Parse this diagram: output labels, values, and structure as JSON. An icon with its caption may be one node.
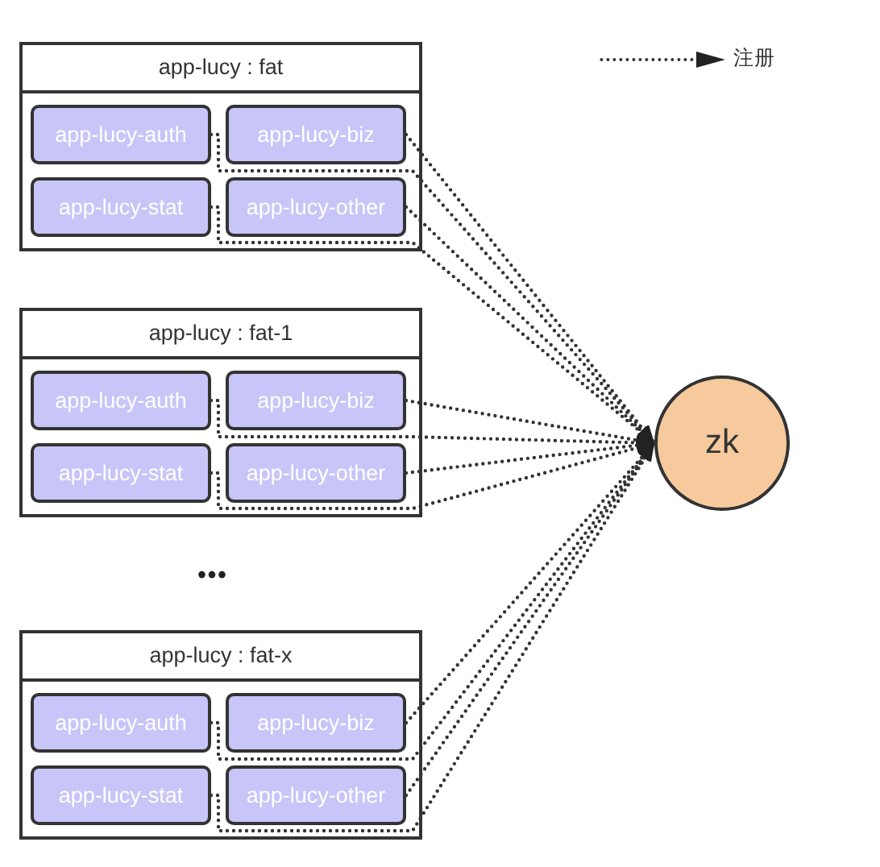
{
  "diagram": {
    "nodes": [
      {
        "text": [
          "app-lucy : fat"
        ]
      },
      {
        "text": [
          "app-lucy-auth"
        ],
        "in": 0
      },
      {
        "text": [
          "app-lucy-biz"
        ],
        "in": 0
      },
      {
        "text": [
          "app-lucy-stat"
        ],
        "in": 0
      },
      {
        "text": [
          "app-lucy-other"
        ],
        "in": 0
      },
      {
        "text": [
          "app-lucy : fat-1"
        ]
      },
      {
        "text": [
          "app-lucy-auth"
        ],
        "in": 5
      },
      {
        "text": [
          "app-lucy-biz"
        ],
        "in": 5
      },
      {
        "text": [
          "app-lucy-stat"
        ],
        "in": 5
      },
      {
        "text": [
          "app-lucy-other"
        ],
        "in": 5
      },
      {
        "text": [
          "app-lucy : fat-x"
        ]
      },
      {
        "text": [
          "app-lucy-auth"
        ],
        "in": 10
      },
      {
        "text": [
          "app-lucy-biz"
        ],
        "in": 10
      },
      {
        "text": [
          "app-lucy-stat"
        ],
        "in": 10
      },
      {
        "text": [
          "app-lucy-other"
        ],
        "in": 10
      },
      {
        "text": [
          "zk"
        ]
      }
    ],
    "edges": [
      {
        "from": 1,
        "to": 15,
        "arrow": "to"
      },
      {
        "from": 2,
        "to": 15,
        "arrow": "to"
      },
      {
        "from": 3,
        "to": 15,
        "arrow": "to"
      },
      {
        "from": 4,
        "to": 15,
        "arrow": "to"
      },
      {
        "from": 6,
        "to": 15,
        "arrow": "to"
      },
      {
        "from": 7,
        "to": 15,
        "arrow": "to"
      },
      {
        "from": 8,
        "to": 15,
        "arrow": "to"
      },
      {
        "from": 9,
        "to": 15,
        "arrow": "to"
      },
      {
        "from": 11,
        "to": 15,
        "arrow": "to"
      },
      {
        "from": 12,
        "to": 15,
        "arrow": "to"
      },
      {
        "from": 13,
        "to": 15,
        "arrow": "to"
      },
      {
        "from": 14,
        "to": 15,
        "arrow": "to"
      }
    ],
    "labels": [
      "•••"
    ],
    "legend": [
      {
        "text": "注册"
      }
    ]
  }
}
